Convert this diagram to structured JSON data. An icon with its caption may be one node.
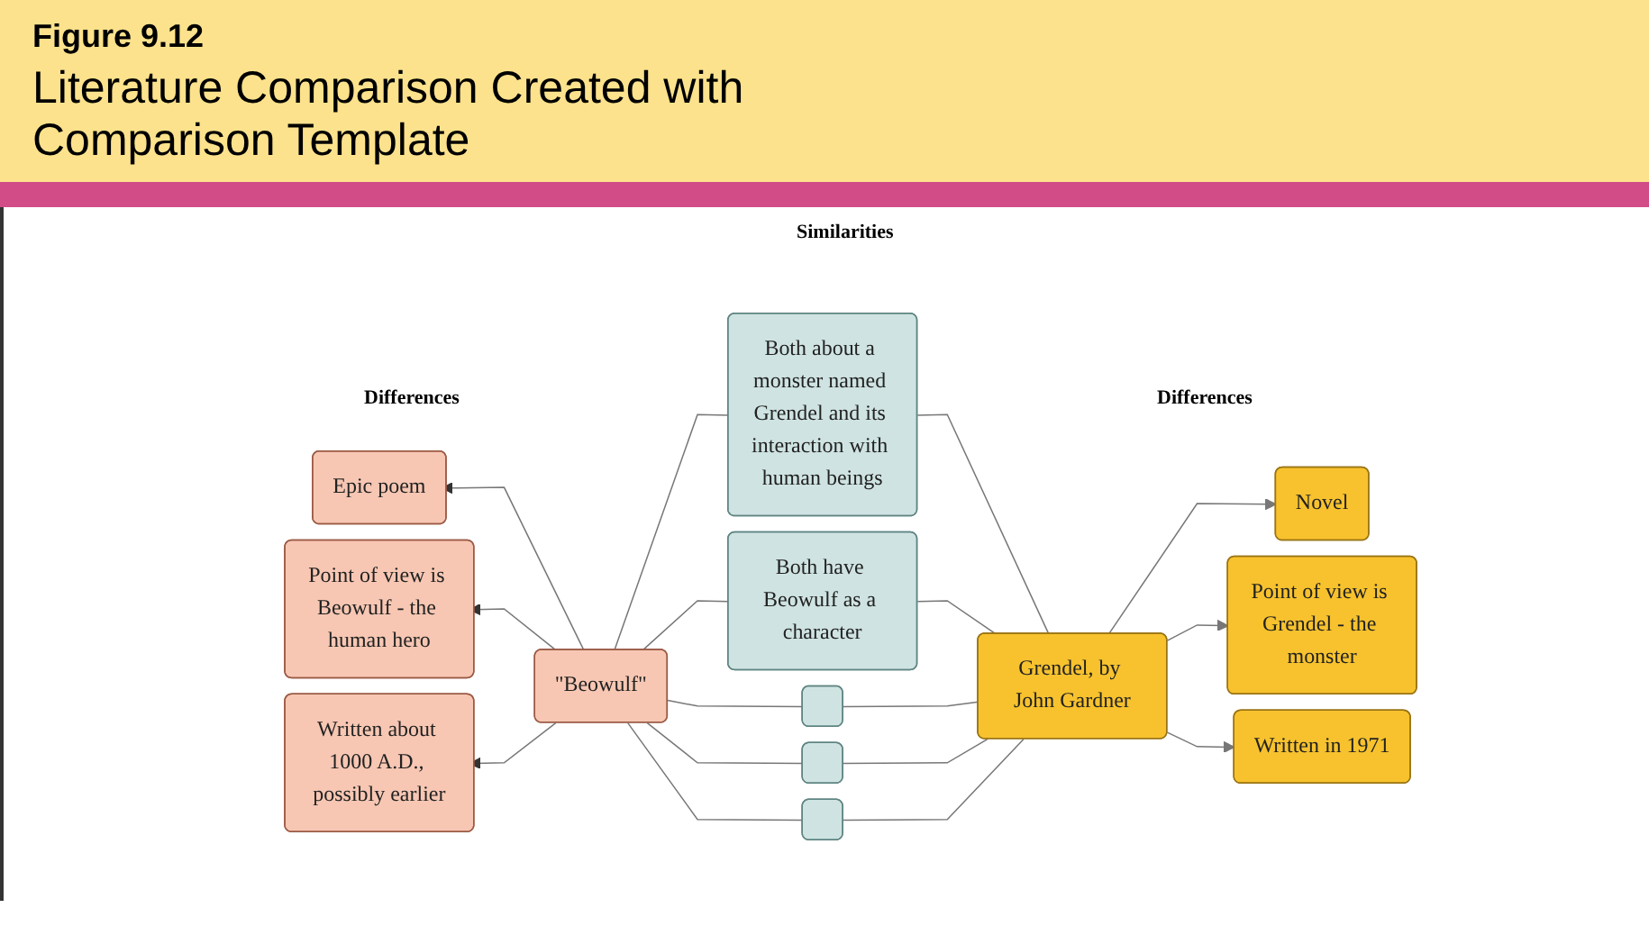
{
  "diagram": {
    "title": "Literature Comparison Created with Comparison Template",
    "nodes": [
      {
        "text": [
          "Epic poem"
        ]
      },
      {
        "text": [
          "Point of view is Beowulf - the human hero"
        ]
      },
      {
        "text": [
          "Written about 1000 A.D., possibly earlier"
        ]
      },
      {
        "text": [
          "\"Beowulf\""
        ]
      },
      {
        "text": [
          "Both about a monster named Grendel and its interaction with human beings"
        ]
      },
      {
        "text": [
          "Both have Beowulf as a character"
        ]
      },
      {
        "text": [],
        "shape": "box"
      },
      {
        "text": [],
        "shape": "box"
      },
      {
        "text": [],
        "shape": "box"
      },
      {
        "text": [
          "Grendel, by John Gardner"
        ]
      },
      {
        "text": [
          "Novel"
        ]
      },
      {
        "text": [
          "Point of view is Grendel - the monster"
        ]
      },
      {
        "text": [
          "Written in 1971"
        ]
      }
    ],
    "edges": [
      {
        "from": 3,
        "to": 0,
        "arrow": "to"
      },
      {
        "from": 3,
        "to": 1,
        "arrow": "to"
      },
      {
        "from": 3,
        "to": 2,
        "arrow": "to"
      },
      {
        "from": 3,
        "to": 4,
        "arrow": "none"
      },
      {
        "from": 3,
        "to": 5,
        "arrow": "none"
      },
      {
        "from": 3,
        "to": 6,
        "arrow": "none"
      },
      {
        "from": 3,
        "to": 7,
        "arrow": "none"
      },
      {
        "from": 3,
        "to": 8,
        "arrow": "none"
      },
      {
        "from": 4,
        "to": 9,
        "arrow": "none"
      },
      {
        "from": 5,
        "to": 9,
        "arrow": "none"
      },
      {
        "from": 6,
        "to": 9,
        "arrow": "none"
      },
      {
        "from": 7,
        "to": 9,
        "arrow": "none"
      },
      {
        "from": 8,
        "to": 9,
        "arrow": "none"
      },
      {
        "from": 9,
        "to": 10,
        "arrow": "to"
      },
      {
        "from": 9,
        "to": 11,
        "arrow": "to"
      },
      {
        "from": 9,
        "to": 12,
        "arrow": "to"
      }
    ],
    "labels": [
      "Figure 9.12",
      "Similarities",
      "Differences",
      "Differences"
    ]
  }
}
